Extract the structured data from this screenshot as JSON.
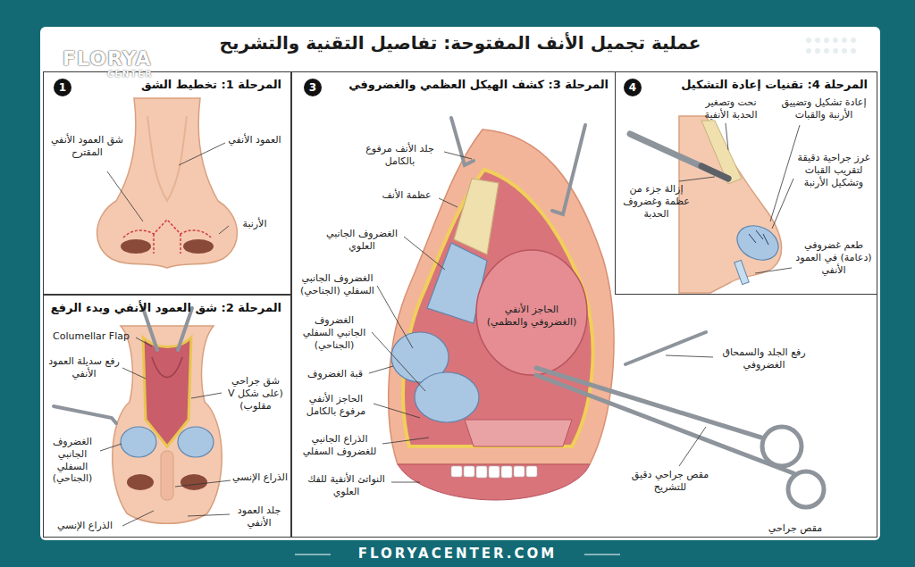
{
  "diagram": {
    "title": "عملية تجميل الأنف المفتوحة: تفاصيل التقنية والتشريح",
    "nodes": [
      {
        "text": [
          "المرحلة 1: تخطيط الشق"
        ]
      },
      {
        "text": [
          "المرحلة 2: شق العمود الأنفي وبدء الرفع"
        ]
      },
      {
        "text": [
          "المرحلة 3: كشف الهيكل العظمي والغضروفي"
        ]
      },
      {
        "text": [
          "المرحلة 4: تقنيات إعادة التشكيل"
        ]
      }
    ],
    "labels": [
      "1",
      "شق العمود الأنفي المقترح",
      "العمود الأنفي",
      "الأرنبة",
      "Columellar Flap",
      "رفع سديلة العمود الأنفي",
      "شق جراحي (على شكل V مقلوب)",
      "الغضروف الجانبي السفلي (الجناحي)",
      "الذراع الإنسي",
      "الذراع الإنسي",
      "جلد العمود الأنفي",
      "3",
      "جلد الأنف مرفوع بالكامل",
      "عظمة الأنف",
      "الغضروف الجانبي العلوي",
      "الغضروف الجانبي السفلي (الجناحي)",
      "الغضروف الجانبي السفلي (الجناحي)",
      "قبة الغضروف",
      "الحاجز الأنفي مرفوع بالكامل",
      "الذراع الجانبي للغضروف السفلي",
      "النواتئ الأنفية للفك العلوي",
      "الحاجز الأنفي (الغضروفي والعظمي)",
      "رفع الجلد والسمحاق الغضروفي",
      "مقص جراحي دقيق للتشريح",
      "مقص جراحي",
      "4",
      "نحت وتصغير الحدبة الأنفية",
      "إعادة تشكيل وتضييق الأرنبة والقبات",
      "إزالة جزء من عظمة وغضروف الحدبة",
      "غرز جراحية دقيقة لتقريب القبات وتشكيل الأرنبة",
      "طعم غضروفي (دعامة) في العمود الأنفي",
      "FLORYA",
      "CENTER",
      "FLORYACENTER.COM"
    ]
  }
}
